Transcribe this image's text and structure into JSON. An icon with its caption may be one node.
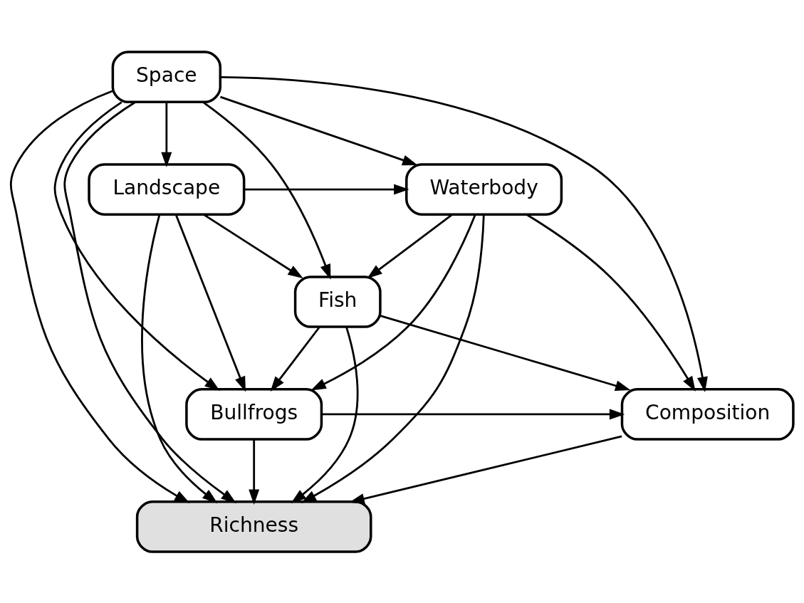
{
  "diagram": {
    "nodes": [
      {
        "text": [
          "Space"
        ]
      },
      {
        "text": [
          "Landscape"
        ]
      },
      {
        "text": [
          "Waterbody"
        ]
      },
      {
        "text": [
          "Fish"
        ]
      },
      {
        "text": [
          "Bullfrogs"
        ]
      },
      {
        "text": [
          "Composition"
        ]
      },
      {
        "text": [
          "Richness"
        ]
      }
    ],
    "edges": [
      {
        "from": 0,
        "to": 1,
        "arrow": "to"
      },
      {
        "from": 0,
        "to": 3,
        "arrow": "to"
      },
      {
        "from": 0,
        "to": 2,
        "arrow": "to"
      },
      {
        "from": 0,
        "to": 4,
        "arrow": "to"
      },
      {
        "from": 0,
        "to": 5,
        "arrow": "to"
      },
      {
        "from": 0,
        "to": 6,
        "arrow": "to"
      },
      {
        "from": 0,
        "to": 6,
        "arrow": "to"
      },
      {
        "from": 1,
        "to": 2,
        "arrow": "to"
      },
      {
        "from": 1,
        "to": 3,
        "arrow": "to"
      },
      {
        "from": 1,
        "to": 4,
        "arrow": "to"
      },
      {
        "from": 1,
        "to": 6,
        "arrow": "to"
      },
      {
        "from": 2,
        "to": 4,
        "arrow": "to"
      },
      {
        "from": 2,
        "to": 3,
        "arrow": "to"
      },
      {
        "from": 2,
        "to": 6,
        "arrow": "to"
      },
      {
        "from": 2,
        "to": 5,
        "arrow": "to"
      },
      {
        "from": 3,
        "to": 4,
        "arrow": "to"
      },
      {
        "from": 3,
        "to": 5,
        "arrow": "to"
      },
      {
        "from": 3,
        "to": 6,
        "arrow": "to"
      },
      {
        "from": 4,
        "to": 5,
        "arrow": "to"
      },
      {
        "from": 4,
        "to": 6,
        "arrow": "to"
      },
      {
        "from": 5,
        "to": 6,
        "arrow": "to"
      }
    ]
  }
}
